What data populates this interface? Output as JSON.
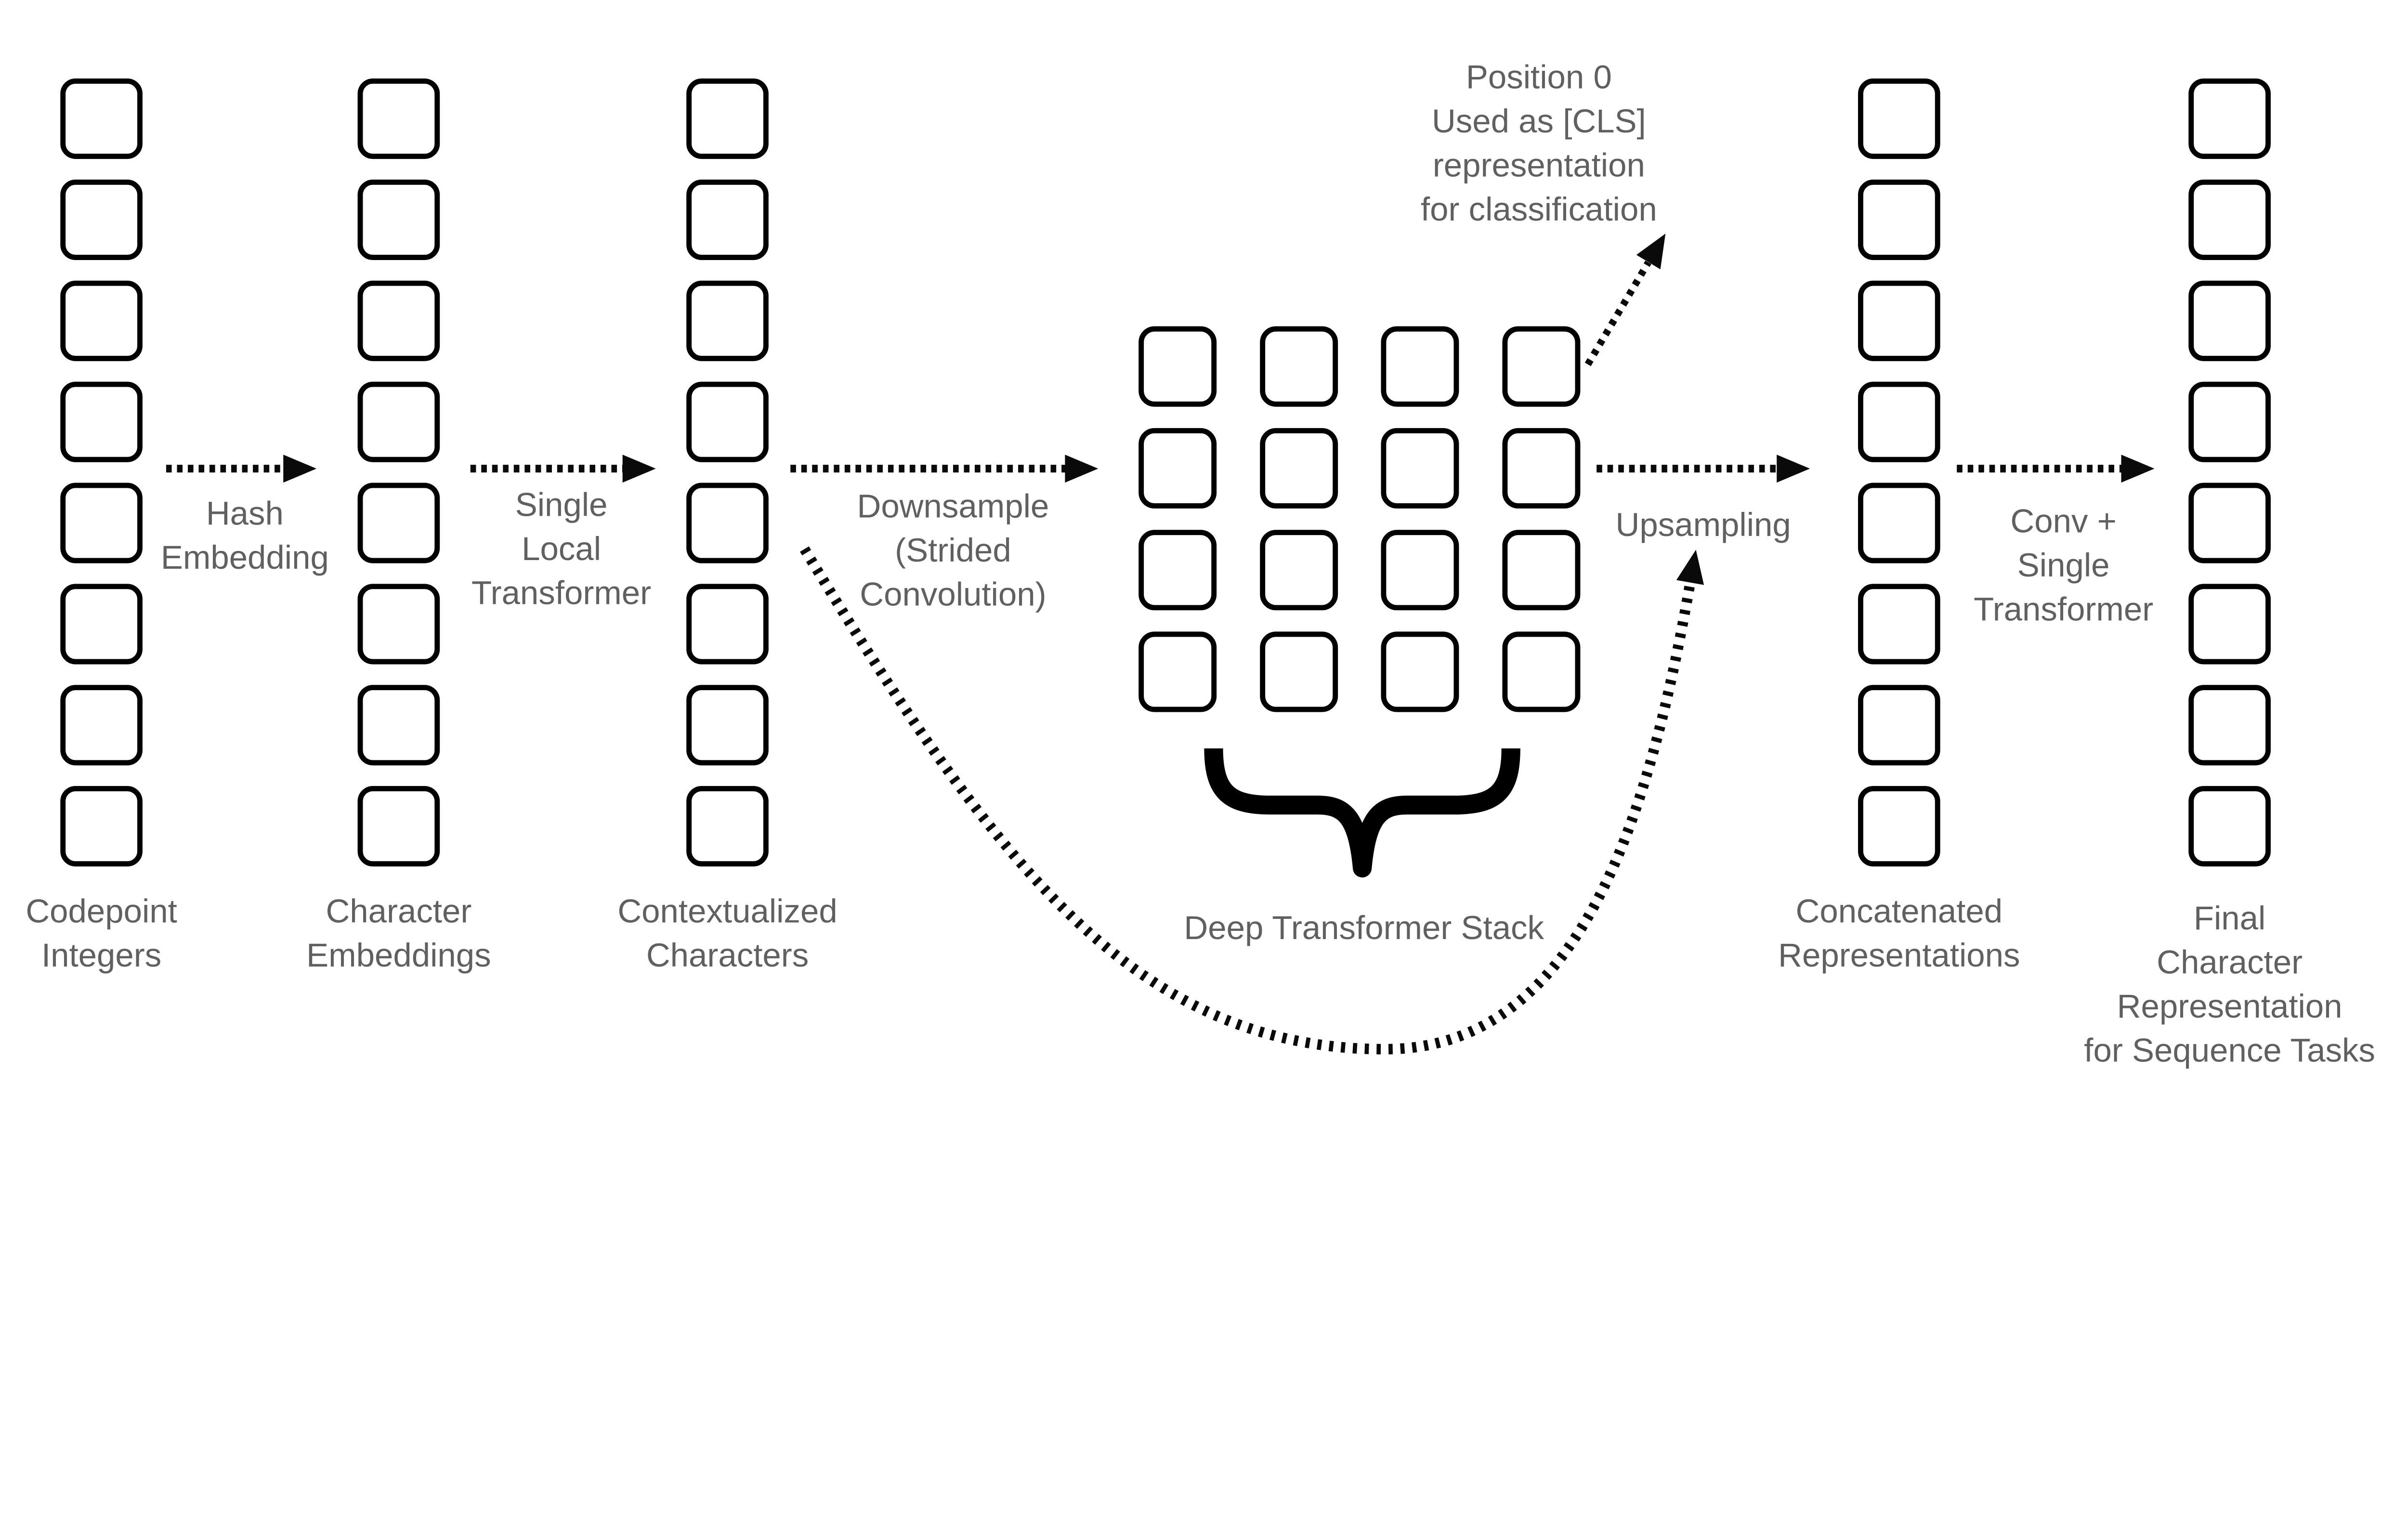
{
  "diagram": {
    "colors": {
      "box_stroke": "#000000",
      "box_fill": "#ffffff",
      "text": "#606060",
      "arrow": "#0a0a0a",
      "brace": "#000000"
    },
    "columns": [
      {
        "id": "codepoint-integers",
        "boxes": 8,
        "label_lines": [
          "Codepoint",
          "Integers"
        ]
      },
      {
        "id": "character-embeddings",
        "boxes": 8,
        "label_lines": [
          "Character",
          "Embeddings"
        ]
      },
      {
        "id": "contextualized-characters",
        "boxes": 8,
        "label_lines": [
          "Contextualized",
          "Characters"
        ]
      },
      {
        "id": "concatenated-representations",
        "boxes": 8,
        "label_lines": [
          "Concatenated",
          "Representations"
        ]
      },
      {
        "id": "final-character-representation",
        "boxes": 8,
        "label_lines": [
          "Final",
          "Character",
          "Representation",
          "for Sequence Tasks"
        ]
      }
    ],
    "grid": {
      "id": "deep-transformer-stack",
      "rows": 4,
      "cols": 4,
      "label": "Deep Transformer Stack"
    },
    "process_labels": [
      {
        "id": "hash-embedding",
        "lines": [
          "Hash",
          "Embedding"
        ]
      },
      {
        "id": "single-local-transformer",
        "lines": [
          "Single",
          "Local",
          "Transformer"
        ]
      },
      {
        "id": "downsample",
        "lines": [
          "Downsample",
          "(Strided",
          "Convolution)"
        ]
      },
      {
        "id": "upsampling",
        "lines": [
          "Upsampling"
        ]
      },
      {
        "id": "conv-single-transformer",
        "lines": [
          "Conv +",
          "Single",
          "Transformer"
        ]
      }
    ],
    "annotation": {
      "id": "cls-note",
      "lines": [
        "Position 0",
        "Used as [CLS]",
        "representation",
        "for classification"
      ]
    }
  }
}
